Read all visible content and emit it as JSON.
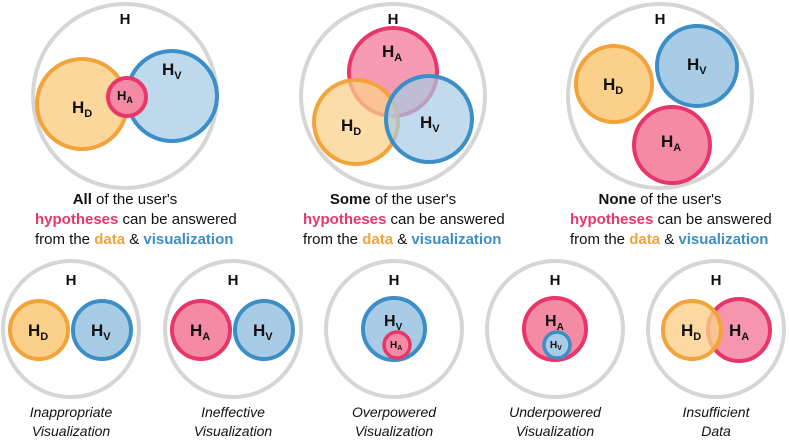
{
  "colors": {
    "data": "#f2a33a",
    "data_fill": "#fbd08a",
    "hyp": "#e8366a",
    "hyp_fill": "#f58aa5",
    "vis": "#3c8fc6",
    "vis_fill": "#a8cbe6",
    "universe": "#d6d6d6"
  },
  "labels": {
    "H": "H",
    "D": "D",
    "V": "V",
    "A": "A"
  },
  "top_captions": [
    {
      "strong": "All",
      "rest1": " of the user's",
      "hyp": "hypotheses",
      "rest2": " can be answered",
      "from": "from the ",
      "data": "data",
      "amp": " & ",
      "vis": "visualization"
    },
    {
      "strong": "Some",
      "rest1": " of the user's",
      "hyp": "hypotheses",
      "rest2": " can be answered",
      "from": "from the ",
      "data": "data",
      "amp": " & ",
      "vis": "visualization"
    },
    {
      "strong": "None",
      "rest1": " of the user's",
      "hyp": "hypotheses",
      "rest2": " can be answered",
      "from": "from the ",
      "data": "data",
      "amp": " & ",
      "vis": "visualization"
    }
  ],
  "bottom_captions": [
    {
      "line1": "Inappropriate",
      "line2": "Visualization"
    },
    {
      "line1": "Ineffective",
      "line2": "Visualization"
    },
    {
      "line1": "Overpowered",
      "line2": "Visualization"
    },
    {
      "line1": "Underpowered",
      "line2": "Visualization"
    },
    {
      "line1": "Insufficient",
      "line2": "Data"
    }
  ]
}
